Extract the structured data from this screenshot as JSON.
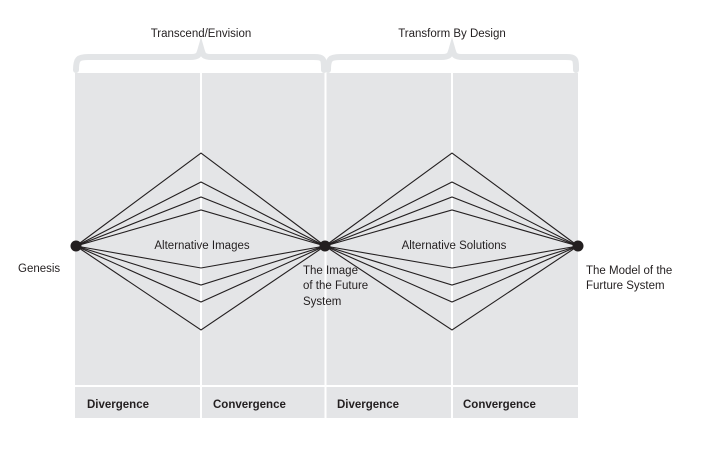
{
  "diagram": {
    "title_left_phase": "Transcend/Envision",
    "title_right_phase": "Transform By Design",
    "panel_color": "#e4e5e7",
    "brace_color": "#e3e5e7",
    "line_color": "#231f20",
    "divider_color": "#ffffff",
    "nodes": {
      "genesis": "Genesis",
      "center": "The Image\nof the Future\nSystem",
      "end": "The Model of the\nFurture System"
    },
    "lens_labels": {
      "left": "Alternative Images",
      "right": "Alternative Solutions"
    },
    "stages": [
      {
        "label": "Divergence"
      },
      {
        "label": "Convergence"
      },
      {
        "label": "Divergence"
      },
      {
        "label": "Convergence"
      }
    ]
  }
}
